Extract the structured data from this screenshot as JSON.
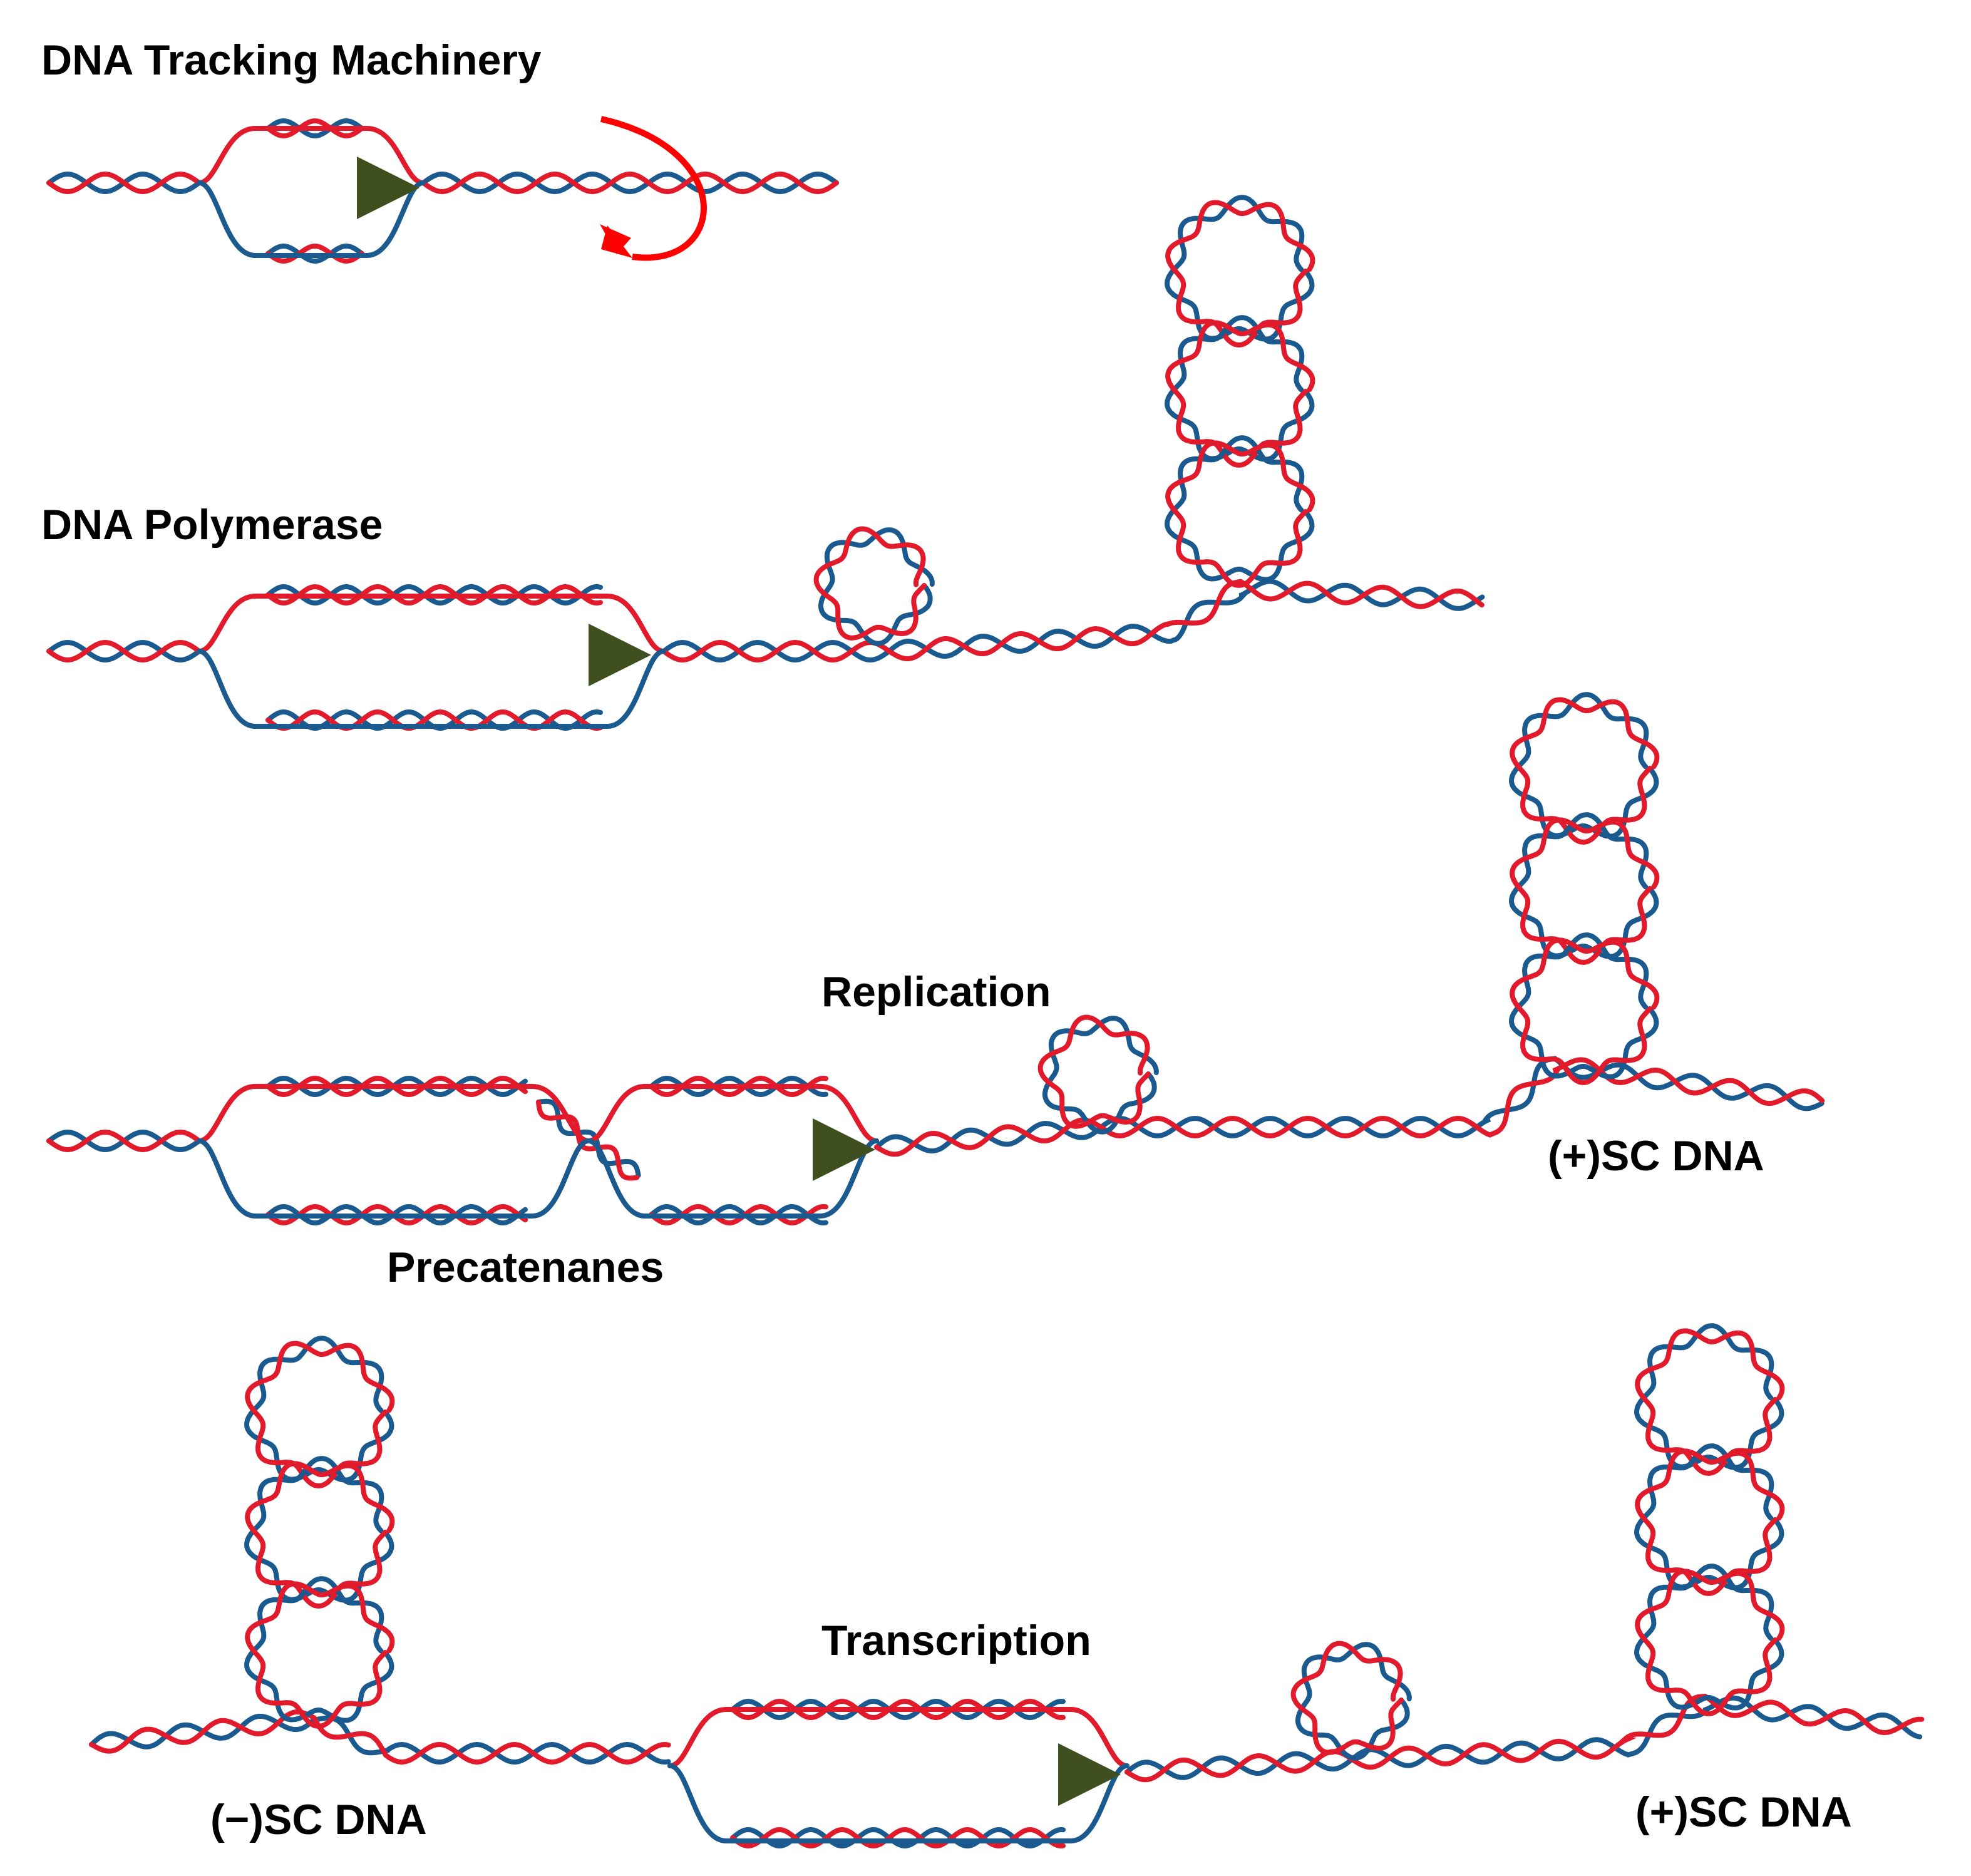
{
  "labels": {
    "tracking": "DNA Tracking Machinery",
    "polymerase": "DNA Polymerase",
    "replication": "Replication",
    "precatenanes": "Precatenanes",
    "pos_sc_replication": "(+)SC DNA",
    "transcription": "Transcription",
    "neg_sc": "(−)SC DNA",
    "pos_sc_transcription": "(+)SC DNA"
  },
  "colors": {
    "strand_a": "#e11b2b",
    "strand_b": "#1a5a8f",
    "motor": "#3f4f1f",
    "rotation_arrow": "#ff0000"
  },
  "icons": {
    "motor": "triangle-arrow-icon",
    "rotation": "curved-rotation-arrow-icon"
  }
}
